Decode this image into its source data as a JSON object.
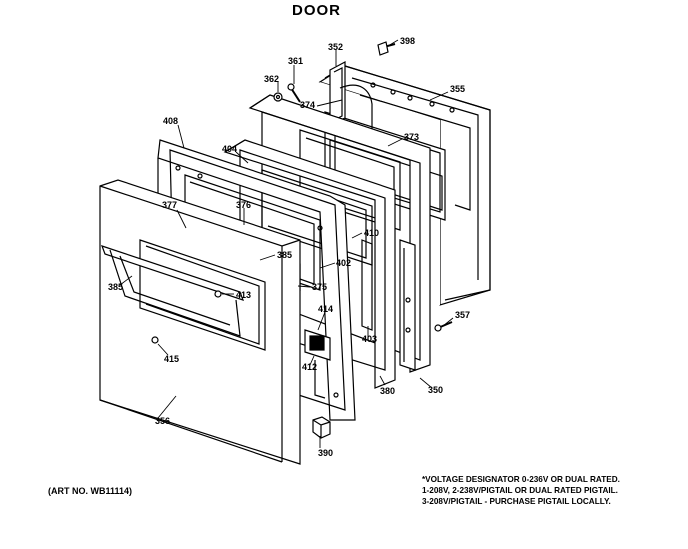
{
  "title": "DOOR",
  "art_no": "(ART NO. WB11114)",
  "note_lines": [
    "*VOLTAGE DESIGNATOR 0-236V OR DUAL RATED.",
    "1-208V, 2-238V/PIGTAIL OR DUAL RATED PIGTAIL.",
    "3-208V/PIGTAIL - PURCHASE PIGTAIL LOCALLY."
  ],
  "callouts": {
    "c398": "398",
    "c352": "352",
    "c361": "361",
    "c362": "362",
    "c355": "355",
    "c374": "374",
    "c373": "373",
    "c408": "408",
    "c404": "404",
    "c377": "377",
    "c376": "376",
    "c410": "410",
    "c385a": "385",
    "c402": "402",
    "c385b": "385",
    "c413": "413",
    "c375": "375",
    "c414": "414",
    "c357": "357",
    "c403": "403",
    "c412": "412",
    "c415": "415",
    "c380": "380",
    "c350": "350",
    "c356": "356",
    "c390": "390"
  }
}
